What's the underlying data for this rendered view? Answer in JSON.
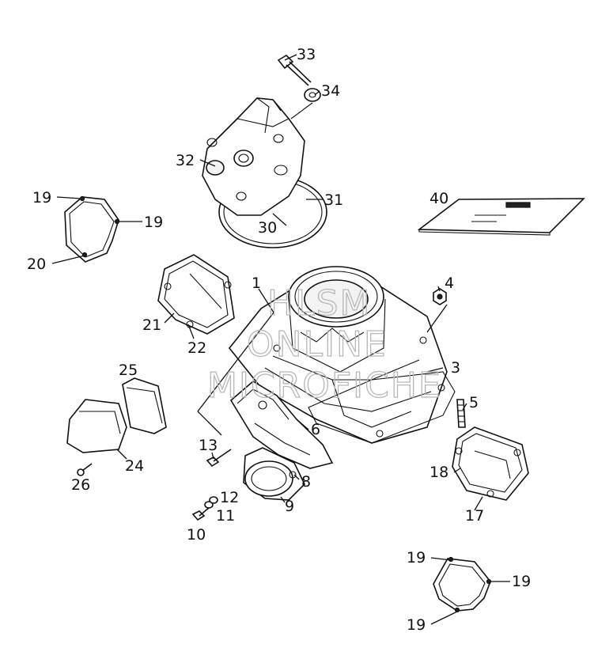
{
  "watermark": {
    "line1": "HLSM",
    "line2": "ONLINE",
    "line3": "MICROFICHE"
  },
  "labels": {
    "l1": "1",
    "l3": "3",
    "l4": "4",
    "l5": "5",
    "l6": "6",
    "l8": "8",
    "l9": "9",
    "l10": "10",
    "l11": "11",
    "l12": "12",
    "l13": "13",
    "l17": "17",
    "l18": "18",
    "l19a": "19",
    "l19b": "19",
    "l19c": "19",
    "l19d": "19",
    "l19e": "19",
    "l20": "20",
    "l21": "21",
    "l22": "22",
    "l24": "24",
    "l25": "25",
    "l26": "26",
    "l30": "30",
    "l31": "31",
    "l32": "32",
    "l33": "33",
    "l34": "34",
    "l40": "40"
  }
}
